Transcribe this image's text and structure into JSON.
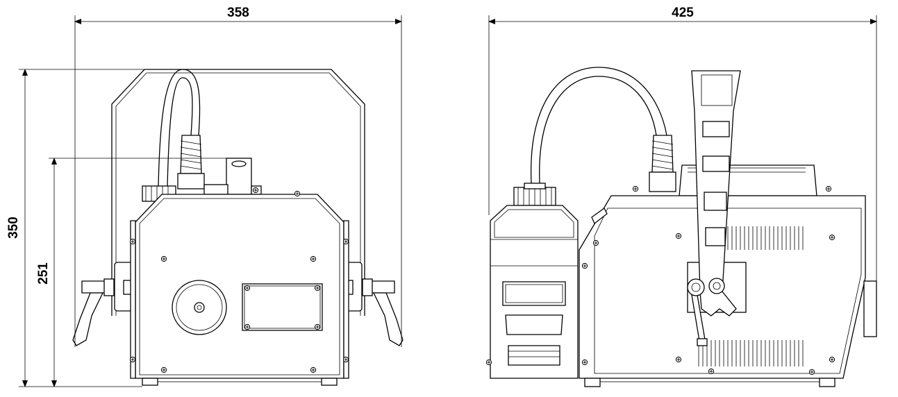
{
  "dimensions": {
    "front_width": "358",
    "side_depth": "425",
    "total_height": "350",
    "body_height": "251"
  },
  "colors": {
    "line": "#000000",
    "background": "#ffffff"
  }
}
